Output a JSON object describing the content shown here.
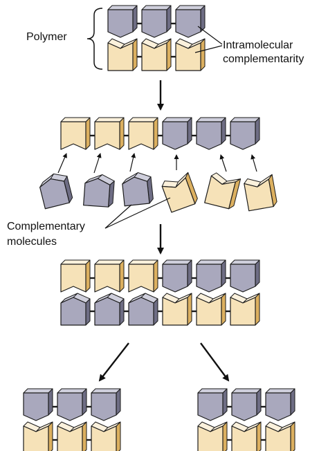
{
  "labels": {
    "polymer": "Polymer",
    "intramolecular_line1": "Intramolecular",
    "intramolecular_line2": "complementarity",
    "complementary_line1": "Complementary",
    "complementary_line2": "molecules"
  },
  "colors": {
    "purple_unit": "#a9a8bd",
    "purple_side": "#6e6d84",
    "purple_top": "#cfcfdc",
    "tan_unit": "#f6e2b8",
    "tan_side": "#dcb060",
    "tan_top": "#fbf1dc",
    "stroke": "#1a1a1a"
  },
  "stages": [
    {
      "id": "polymer",
      "rows": [
        [
          "purple",
          "purple",
          "purple"
        ],
        [
          "tan",
          "tan",
          "tan"
        ]
      ]
    },
    {
      "id": "template_strand",
      "rows": [
        [
          "tan",
          "tan",
          "tan",
          "purple",
          "purple",
          "purple"
        ]
      ]
    },
    {
      "id": "free_monomers",
      "rows": [
        [
          "purple",
          "purple",
          "purple",
          "tan",
          "tan",
          "tan"
        ]
      ]
    },
    {
      "id": "duplex",
      "rows": [
        [
          "tan",
          "tan",
          "tan",
          "purple",
          "purple",
          "purple"
        ],
        [
          "purple",
          "purple",
          "purple",
          "tan",
          "tan",
          "tan"
        ]
      ]
    },
    {
      "id": "product_left",
      "rows": [
        [
          "purple",
          "purple",
          "purple"
        ],
        [
          "tan",
          "tan",
          "tan"
        ]
      ]
    },
    {
      "id": "product_right",
      "rows": [
        [
          "purple",
          "purple",
          "purple"
        ],
        [
          "tan",
          "tan",
          "tan"
        ]
      ]
    }
  ]
}
